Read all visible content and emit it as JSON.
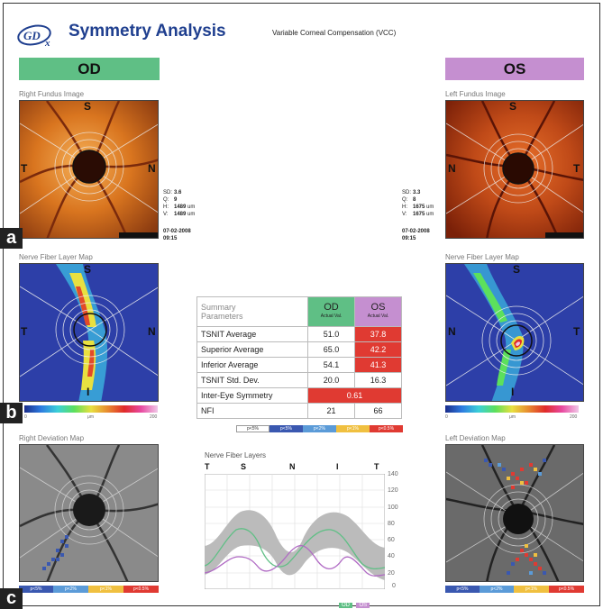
{
  "header": {
    "logo_text": "GDx",
    "title": "Symmetry Analysis",
    "subtitle": "Variable Corneal Compensation (VCC)"
  },
  "eyes": {
    "od": "OD",
    "os": "OS"
  },
  "panels": {
    "right_fundus": "Right Fundus Image",
    "left_fundus": "Left Fundus Image",
    "right_nfl": "Nerve Fiber Layer Map",
    "left_nfl": "Nerve Fiber Layer Map",
    "right_dev": "Right Deviation Map",
    "left_dev": "Left Deviation Map"
  },
  "orientation": {
    "s": "S",
    "i": "I",
    "t": "T",
    "n": "N"
  },
  "badges": {
    "a": "a",
    "b": "b",
    "c": "c"
  },
  "od_stats": {
    "sd_label": "SD:",
    "sd": "3.6",
    "q_label": "Q:",
    "q": "9",
    "h_label": "H:",
    "h": "1489",
    "v_label": "V:",
    "v": "1489",
    "unit": "um",
    "date": "07-02-2008",
    "time": "09:15"
  },
  "os_stats": {
    "sd_label": "SD:",
    "sd": "3.3",
    "q_label": "Q:",
    "q": "8",
    "h_label": "H:",
    "h": "1675",
    "v_label": "V:",
    "v": "1675",
    "unit": "um",
    "date": "07-02-2008",
    "time": "09:15"
  },
  "colorbar": {
    "min": "0",
    "unit": "μm",
    "max": "200"
  },
  "summary": {
    "title_line1": "Summary",
    "title_line2": "Parameters",
    "od_header": "OD",
    "os_header": "OS",
    "actual_val": "Actual Val.",
    "rows": [
      {
        "label": "TSNIT Average",
        "od": "51.0",
        "os": "37.8"
      },
      {
        "label": "Superior Average",
        "od": "65.0",
        "os": "42.2"
      },
      {
        "label": "Inferior Average",
        "od": "54.1",
        "os": "41.3"
      },
      {
        "label": "TSNIT Std. Dev.",
        "od": "20.0",
        "os": "16.3"
      }
    ],
    "symmetry_label": "Inter-Eye Symmetry",
    "symmetry_value": "0.61",
    "nfi_label": "NFI",
    "nfi_od": "21",
    "nfi_os": "66"
  },
  "probabilities": {
    "p5": "p<5%",
    "p2": "p<2%",
    "p1": "p<1%",
    "p05": "p<0.5%"
  },
  "tsnit_chart": {
    "title": "Nerve Fiber Layers",
    "positions": [
      "T",
      "S",
      "N",
      "I",
      "T"
    ],
    "y_ticks": [
      "140",
      "120",
      "100",
      "80",
      "60",
      "40",
      "20",
      "0"
    ],
    "legend_od": "OD",
    "legend_os": "OS"
  },
  "colors": {
    "od": "#5fbf85",
    "os": "#c58fd0",
    "flag": "#e03a32",
    "brand": "#1f3f8f"
  }
}
